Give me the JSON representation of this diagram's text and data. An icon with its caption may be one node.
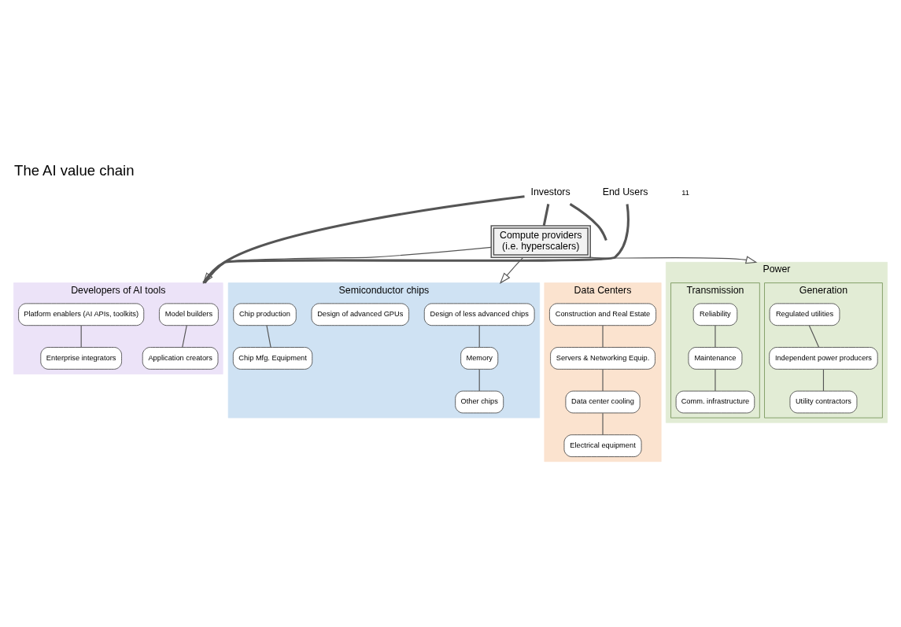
{
  "diagram": {
    "title": "The AI value chain",
    "nodes": [
      {
        "text": [
          "Developers of AI tools"
        ]
      },
      {
        "text": [
          "Model builders"
        ],
        "in": 0
      },
      {
        "text": [
          "Application creators"
        ],
        "in": 0
      },
      {
        "text": [
          "Platform enablers (AI APIs, toolkits)"
        ],
        "in": 0
      },
      {
        "text": [
          "Enterprise integrators"
        ],
        "in": 0
      },
      {
        "text": [
          "End Users"
        ]
      },
      {
        "text": [
          "Investors"
        ]
      },
      {
        "text": [
          "Compute providers",
          "(i.e. hyperscalers)"
        ]
      },
      {
        "text": [
          "Semiconductor chips"
        ]
      },
      {
        "text": [
          "Design of less advanced chips"
        ],
        "in": 8
      },
      {
        "text": [
          "Memory"
        ],
        "in": 8
      },
      {
        "text": [
          "Other chips"
        ],
        "in": 8
      },
      {
        "text": [
          "Design of advanced GPUs"
        ],
        "in": 8
      },
      {
        "text": [
          "Chip production"
        ],
        "in": 8
      },
      {
        "text": [
          "Chip Mfg. Equipment"
        ],
        "in": 8
      },
      {
        "text": [
          "Data Centers"
        ]
      },
      {
        "text": [
          "Construction and Real Estate"
        ],
        "in": 15
      },
      {
        "text": [
          "Servers & Networking Equip."
        ],
        "in": 15
      },
      {
        "text": [
          "Data center cooling"
        ],
        "in": 15
      },
      {
        "text": [
          "Electrical equipment"
        ],
        "in": 15
      },
      {
        "text": [
          "Power"
        ]
      },
      {
        "text": [
          "Generation"
        ],
        "in": 20
      },
      {
        "text": [
          "Regulated utilities"
        ],
        "in": 21
      },
      {
        "text": [
          "Independent power producers"
        ],
        "in": 21
      },
      {
        "text": [
          "Utility contractors"
        ],
        "in": 21
      },
      {
        "text": [
          "Transmission"
        ],
        "in": 20
      },
      {
        "text": [
          "Reliability"
        ],
        "in": 25
      },
      {
        "text": [
          "Maintenance"
        ],
        "in": 25
      },
      {
        "text": [
          "Comm. infrastructure"
        ],
        "in": 25
      }
    ],
    "edges": [
      {
        "from": 5,
        "to": 0,
        "arrow": "none",
        "style": "thick"
      },
      {
        "from": 0,
        "to": 6,
        "arrow": "none",
        "style": "thick"
      },
      {
        "from": 1,
        "to": 2,
        "arrow": "none"
      },
      {
        "from": 3,
        "to": 4,
        "arrow": "none"
      },
      {
        "from": 7,
        "to": 0,
        "arrow": "to"
      },
      {
        "from": 6,
        "to": 7,
        "arrow": "none",
        "style": "thick"
      },
      {
        "from": 6,
        "to": null,
        "arrow": "none",
        "style": "thick"
      },
      {
        "from": 7,
        "to": 8,
        "arrow": "to"
      },
      {
        "from": 7,
        "to": 20,
        "arrow": "to"
      },
      {
        "from": 9,
        "to": 10,
        "arrow": "none"
      },
      {
        "from": 10,
        "to": 11,
        "arrow": "none"
      },
      {
        "from": 13,
        "to": 14,
        "arrow": "none"
      },
      {
        "from": 16,
        "to": 17,
        "arrow": "none"
      },
      {
        "from": 17,
        "to": 18,
        "arrow": "none"
      },
      {
        "from": 18,
        "to": 19,
        "arrow": "none"
      },
      {
        "from": 22,
        "to": 23,
        "arrow": "none"
      },
      {
        "from": 23,
        "to": 24,
        "arrow": "none"
      },
      {
        "from": 26,
        "to": 27,
        "arrow": "none"
      },
      {
        "from": 27,
        "to": 28,
        "arrow": "none"
      }
    ],
    "labels": [
      "11"
    ]
  }
}
